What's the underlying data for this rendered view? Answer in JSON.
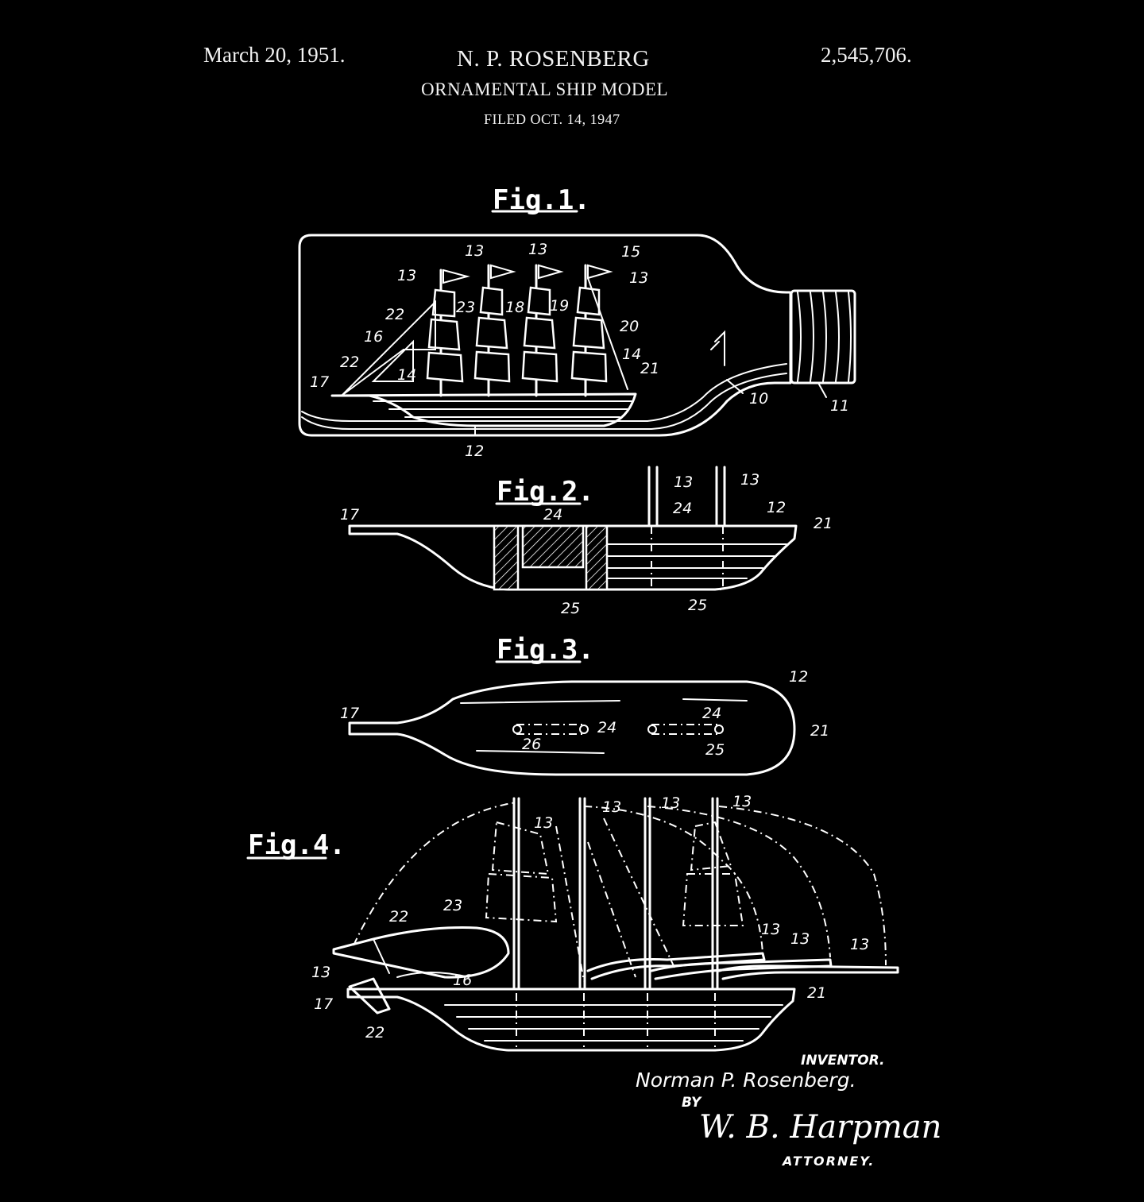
{
  "header": {
    "date": "March 20, 1951.",
    "inventor_name": "N. P. ROSENBERG",
    "patent_number": "2,545,706.",
    "title": "ORNAMENTAL SHIP MODEL",
    "filed": "FILED OCT. 14, 1947"
  },
  "figures": {
    "fig1": {
      "label": "Fig.1."
    },
    "fig2": {
      "label": "Fig.2."
    },
    "fig3": {
      "label": "Fig.3."
    },
    "fig4": {
      "label": "Fig.4."
    }
  },
  "ref_numerals": {
    "fig1": [
      "13",
      "13",
      "13",
      "15",
      "13",
      "22",
      "23",
      "18",
      "19",
      "20",
      "16",
      "14",
      "22",
      "14",
      "17",
      "21",
      "10",
      "11",
      "12"
    ],
    "fig2": [
      "17",
      "24",
      "13",
      "13",
      "24",
      "12",
      "21",
      "25",
      "25"
    ],
    "fig3": [
      "12",
      "17",
      "24",
      "24",
      "26",
      "21",
      "25"
    ],
    "fig4": [
      "13",
      "13",
      "13",
      "13",
      "23",
      "22",
      "13",
      "16",
      "13",
      "13",
      "13",
      "17",
      "21",
      "22"
    ]
  },
  "signature": {
    "inventor_caption": "INVENTOR.",
    "inventor_signature": "Norman P. Rosenberg.",
    "by": "BY",
    "attorney_signature": "W. B. Harpman",
    "attorney_caption": "ATTORNEY."
  },
  "colors": {
    "background": "#000000",
    "ink": "#ffffff"
  }
}
